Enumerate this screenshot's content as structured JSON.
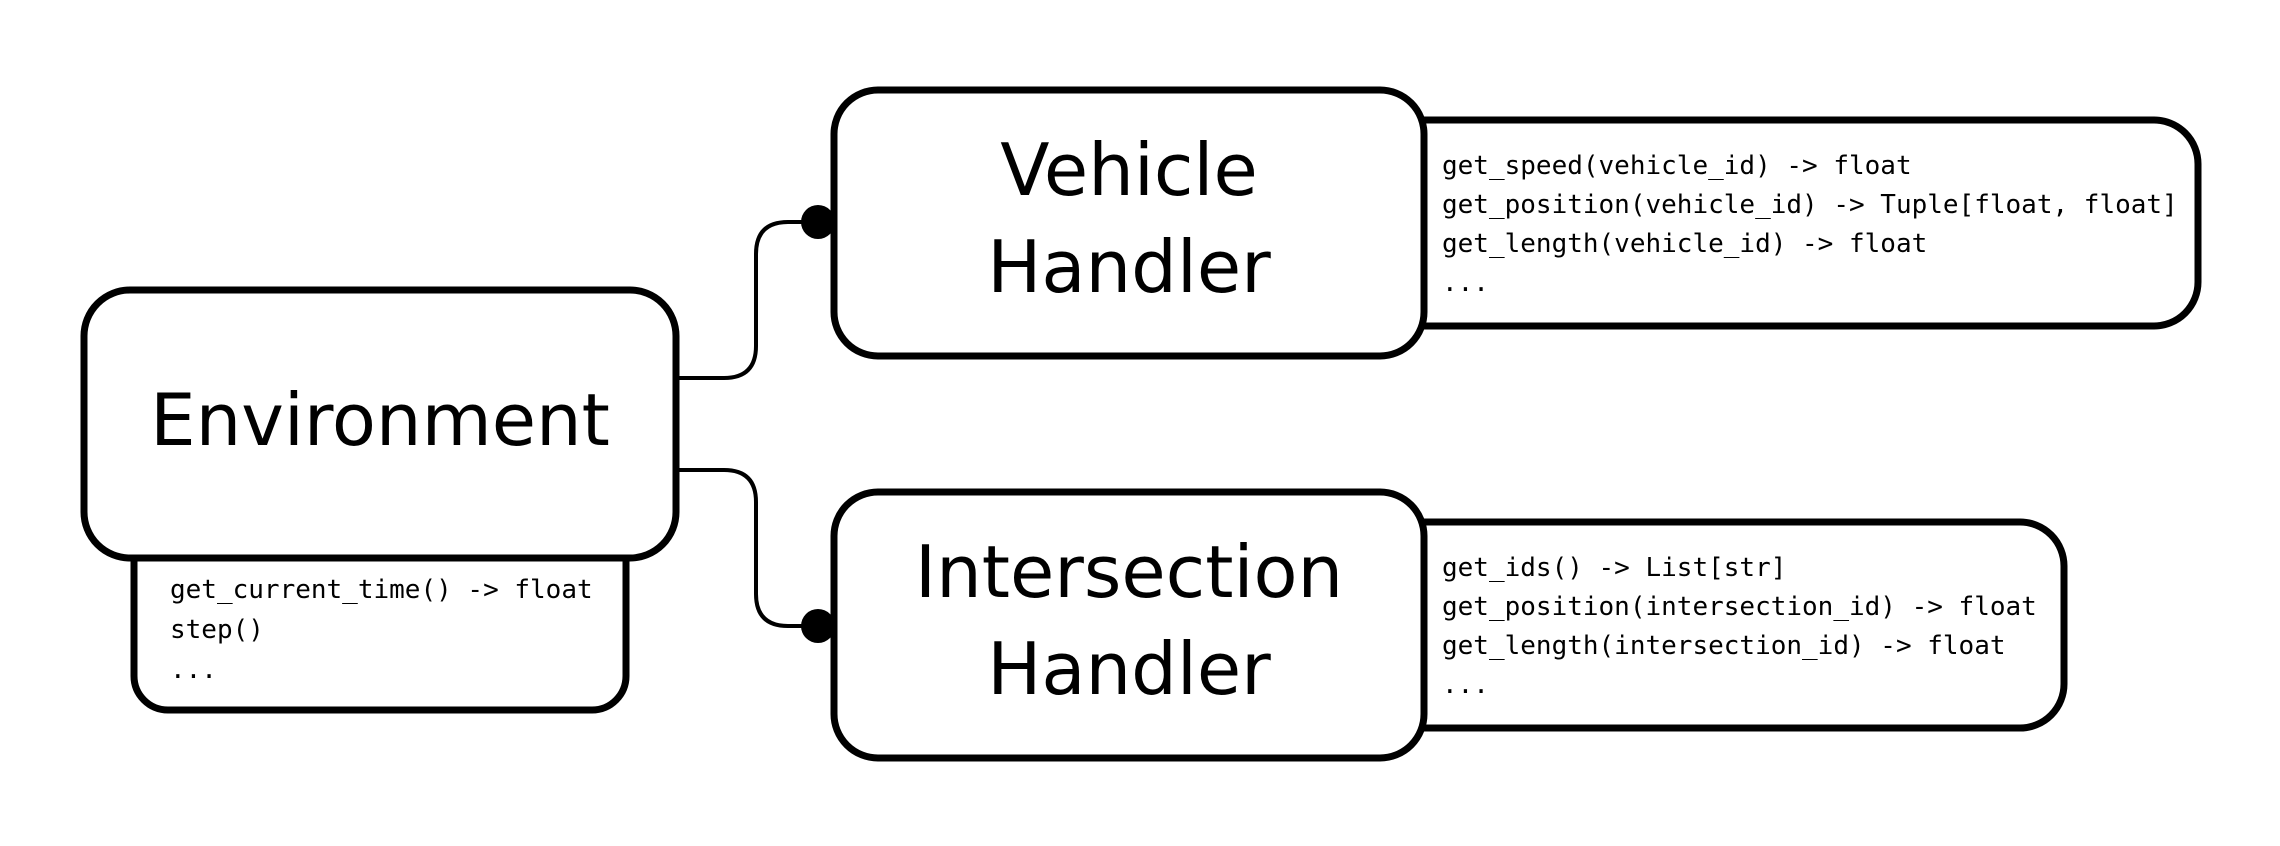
{
  "colors": {
    "stroke": "#000000",
    "fill": "#ffffff",
    "text": "#000000"
  },
  "environment": {
    "title": "Environment",
    "methods": [
      "get_current_time() -> float",
      "step()",
      "..."
    ]
  },
  "vehicle_handler": {
    "title_line_1": "Vehicle",
    "title_line_2": "Handler",
    "methods": [
      "get_speed(vehicle_id) -> float",
      "get_position(vehicle_id) -> Tuple[float, float]",
      "get_length(vehicle_id) -> float",
      "..."
    ]
  },
  "intersection_handler": {
    "title_line_1": "Intersection",
    "title_line_2": "Handler",
    "methods": [
      "get_ids() -> List[str]",
      "get_position(intersection_id) -> float",
      "get_length(intersection_id) -> float",
      "..."
    ]
  }
}
